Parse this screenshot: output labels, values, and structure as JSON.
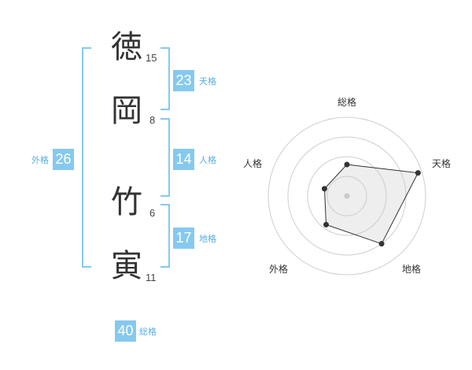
{
  "name": {
    "chars": [
      {
        "char": "徳",
        "strokes": "15"
      },
      {
        "char": "岡",
        "strokes": "8"
      },
      {
        "char": "竹",
        "strokes": "6"
      },
      {
        "char": "寅",
        "strokes": "11"
      }
    ]
  },
  "kaku": {
    "tenkaku": {
      "value": "23",
      "label": "天格"
    },
    "jinkaku": {
      "value": "14",
      "label": "人格"
    },
    "chikaku": {
      "value": "17",
      "label": "地格"
    },
    "gaikaku": {
      "value": "26",
      "label": "外格"
    },
    "soukaku": {
      "value": "40",
      "label": "総格"
    }
  },
  "radar": {
    "axes": [
      "総格",
      "天格",
      "地格",
      "外格",
      "人格"
    ],
    "values": [
      0.4,
      0.95,
      0.75,
      0.45,
      0.3
    ],
    "max": 1,
    "rings": 4
  },
  "colors": {
    "accent": "#86c9ef",
    "accent_text": "#5aaee0"
  }
}
